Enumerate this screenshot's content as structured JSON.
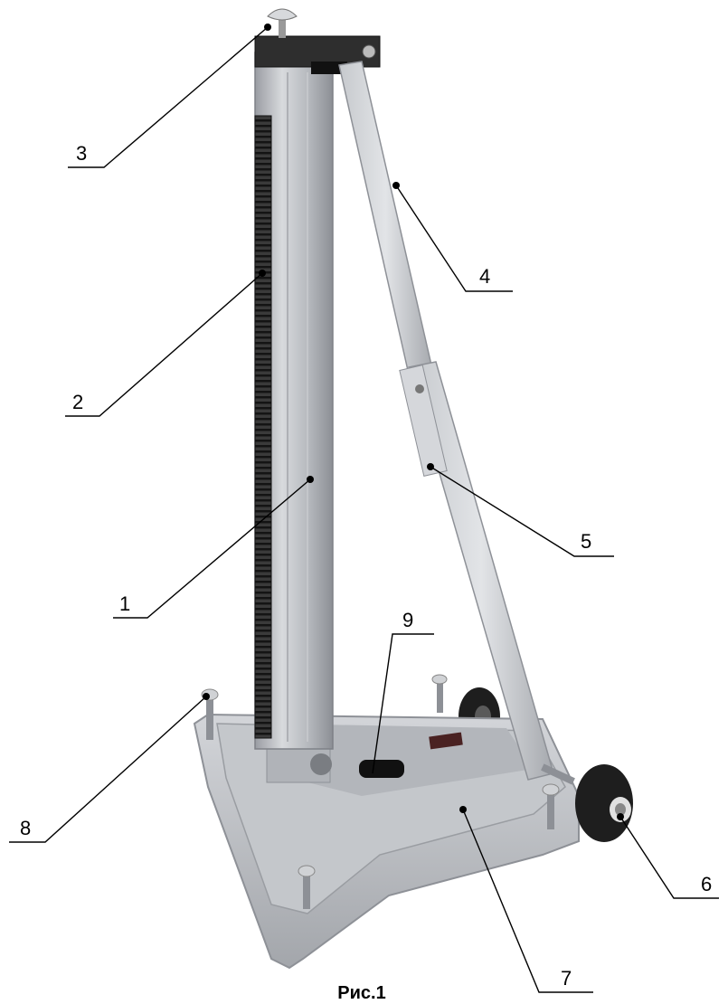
{
  "callouts": [
    {
      "id": "1",
      "label": "1"
    },
    {
      "id": "2",
      "label": "2"
    },
    {
      "id": "3",
      "label": "3"
    },
    {
      "id": "4",
      "label": "4"
    },
    {
      "id": "5",
      "label": "5"
    },
    {
      "id": "6",
      "label": "6"
    },
    {
      "id": "7",
      "label": "7"
    },
    {
      "id": "8",
      "label": "8"
    },
    {
      "id": "9",
      "label": "9"
    }
  ],
  "caption": "Рис.1",
  "colors": {
    "aluminium": "#b9bcc1",
    "aluminium_light": "#d6d8dc",
    "aluminium_dark": "#8e9197",
    "rack": "#2b2b2b",
    "wheel": "#1e1e1e",
    "leader_line": "#000000"
  }
}
